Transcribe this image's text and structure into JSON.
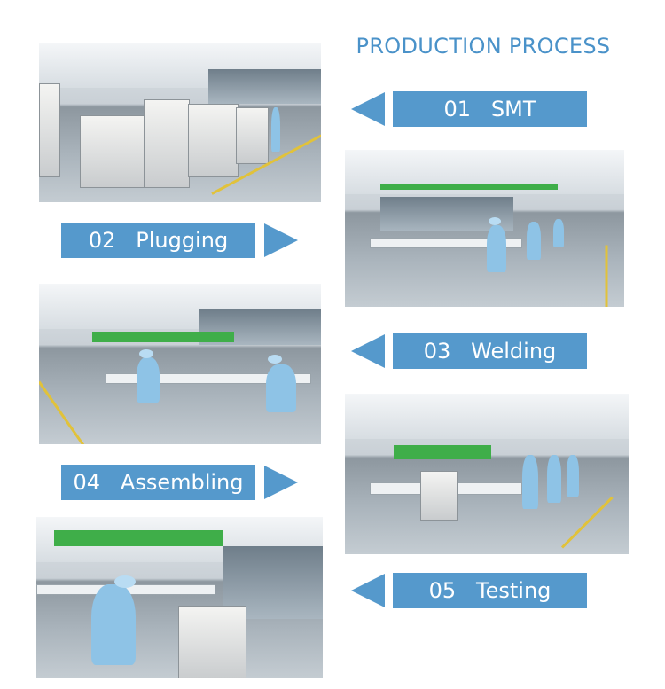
{
  "title": "PRODUCTION PROCESS",
  "steps": [
    {
      "number": "01",
      "name": "SMT",
      "label": "01   SMT",
      "direction": "left"
    },
    {
      "number": "02",
      "name": "Plugging",
      "label": "02   Plugging",
      "direction": "right"
    },
    {
      "number": "03",
      "name": "Welding",
      "label": "03   Welding",
      "direction": "left"
    },
    {
      "number": "04",
      "name": "Assembling",
      "label": "04   Assembling",
      "direction": "right"
    },
    {
      "number": "05",
      "name": "Testing",
      "label": "05   Testing",
      "direction": "left"
    }
  ],
  "colors": {
    "accent": "#5599cc",
    "title": "#4a92c9"
  }
}
